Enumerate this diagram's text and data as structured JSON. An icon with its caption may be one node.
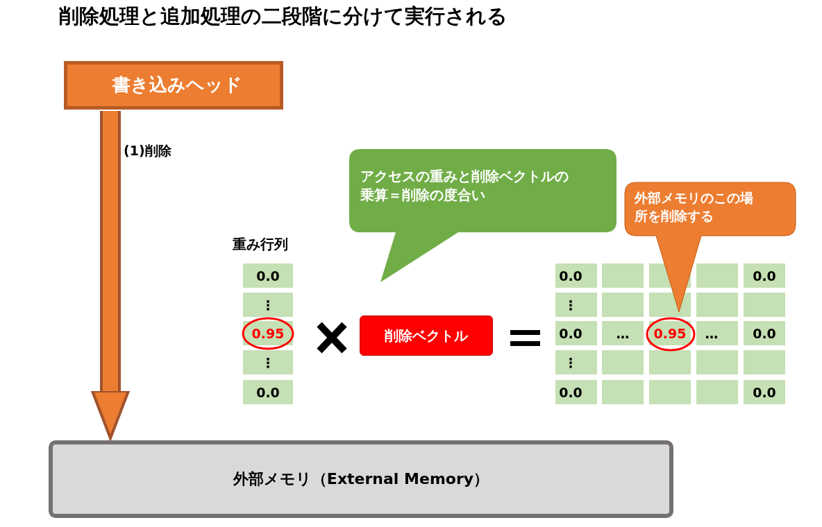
{
  "diagram": {
    "title": "削除処理と追加処理の二段階に分けて実行される",
    "nodes": [
      {
        "text": [
          "書き込みヘッド"
        ]
      },
      {
        "text": [
          "外部メモリ（External Memory）"
        ]
      },
      {
        "text": [
          "アクセスの重みと削除ベクトルの乗算＝削除の度合い"
        ]
      },
      {
        "text": [
          "外部メモリのこの場所を削除する"
        ]
      },
      {
        "text": [
          "削除ベクトル"
        ]
      }
    ],
    "edges": [
      {
        "from": 0,
        "to": 1,
        "arrow": "to",
        "label": "(1)削除"
      }
    ],
    "labels": [
      "重み行列",
      "0.0",
      "⋮",
      "0.95",
      "⋮",
      "0.0",
      "0.0",
      "0.0",
      "⋮",
      "0.0",
      "…",
      "0.95",
      "…",
      "0.0",
      "⋮",
      "0.0",
      "0.0"
    ]
  }
}
